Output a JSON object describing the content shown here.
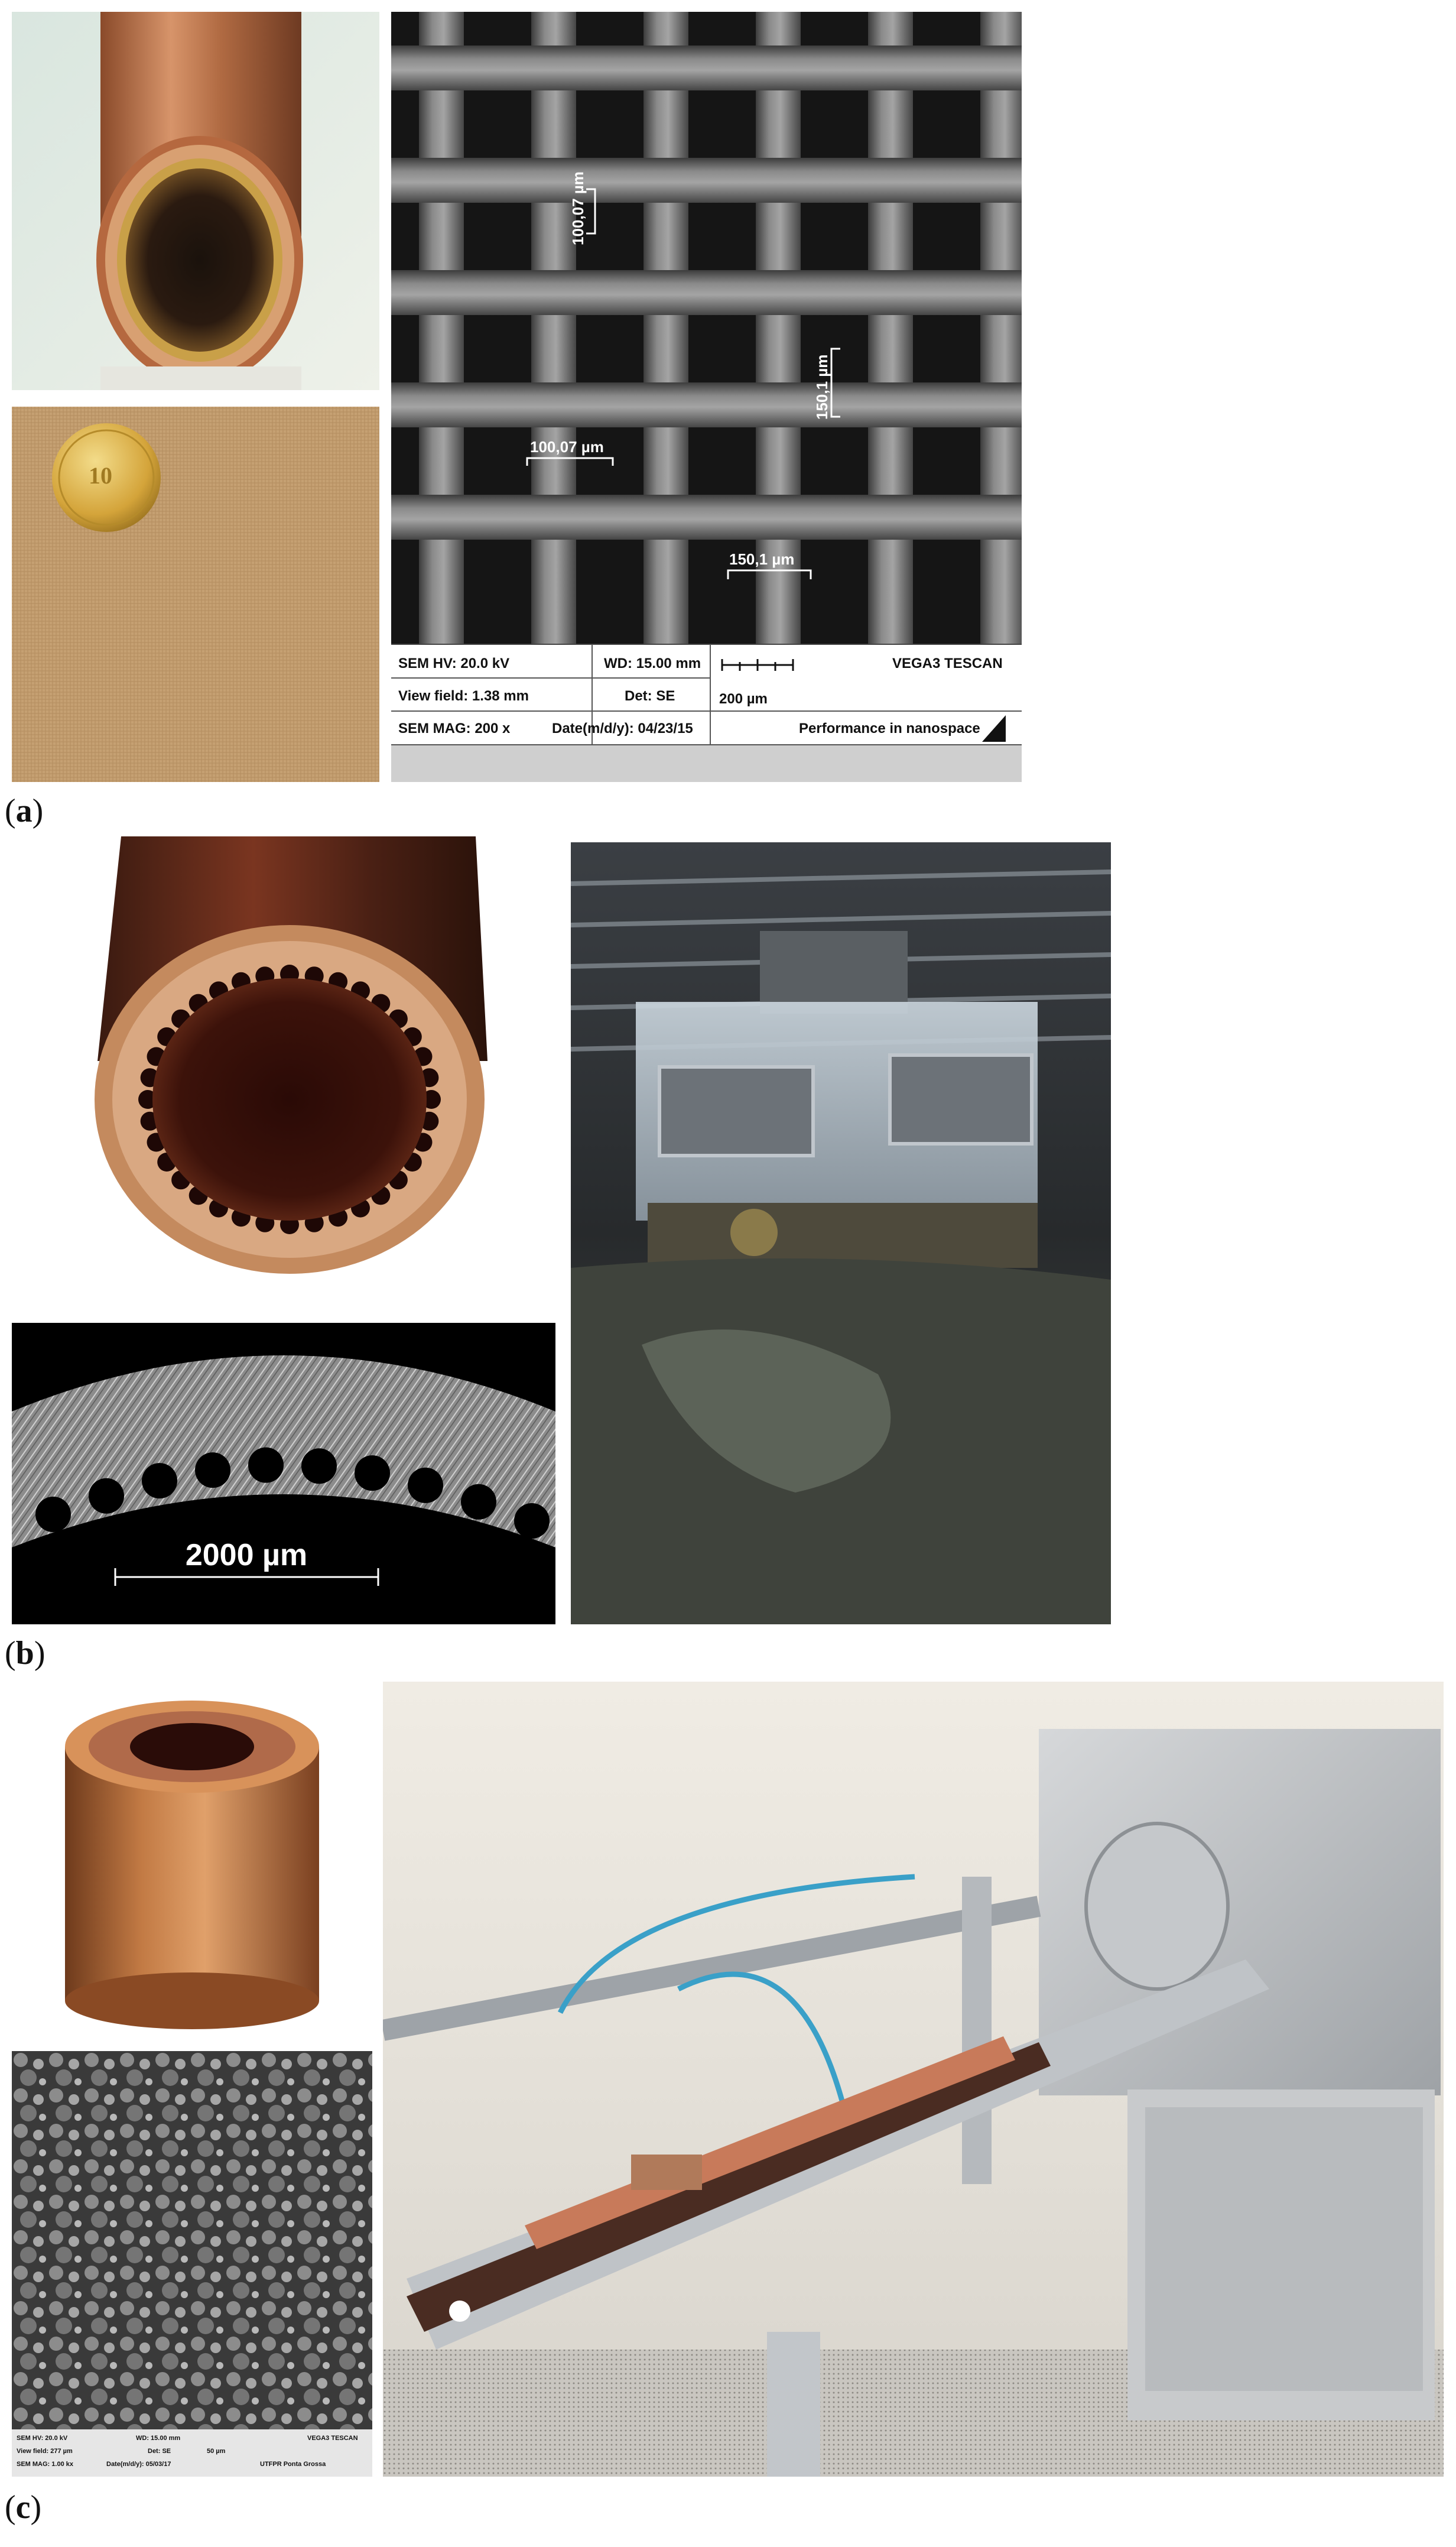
{
  "labels": {
    "a": "a",
    "b": "b",
    "c": "c"
  },
  "sem_a": {
    "measurements": [
      "100,07 µm",
      "150,1 µm",
      "100,07 µm",
      "150,1 µm"
    ],
    "info": {
      "hv": "SEM HV: 20.0 kV",
      "wd": "WD: 15.00 mm",
      "brand": "VEGA3 TESCAN",
      "view_field": "View field: 1.38 mm",
      "det": "Det: SE",
      "scale": "200 µm",
      "mag": "SEM MAG: 200 x",
      "date": "Date(m/d/y): 04/23/15",
      "slogan": "Performance in nanospace"
    }
  },
  "micrograph_b": {
    "scale": "2000 µm"
  },
  "sem_c": {
    "info": {
      "hv": "SEM HV: 20.0 kV",
      "wd": "WD: 15.00 mm",
      "brand": "VEGA3 TESCAN",
      "view_field": "View field: 277 µm",
      "det": "Det: SE",
      "scale": "50 µm",
      "mag": "SEM MAG: 1.00 kx",
      "date": "Date(m/d/y): 05/03/17",
      "org": "UTFPR Ponta Grossa"
    }
  },
  "colors": {
    "copper": "#c07a45",
    "sem_bg": "#2a2a2a",
    "infobar": "#d9d9d9"
  }
}
